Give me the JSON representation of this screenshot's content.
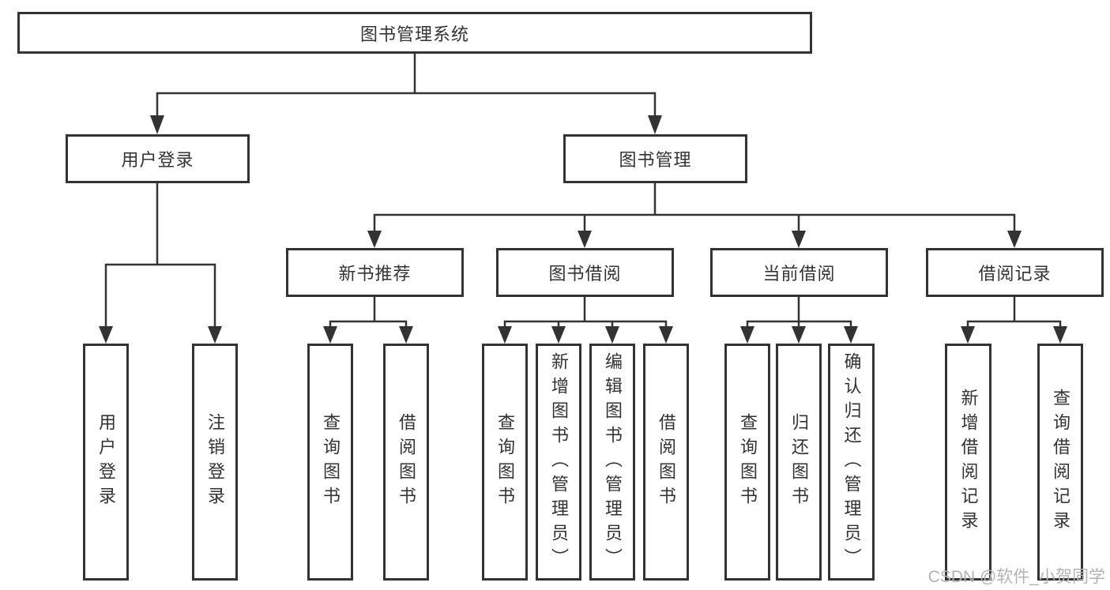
{
  "diagram": {
    "title": "图书管理系统",
    "root": {
      "label": "图书管理系统"
    },
    "level2": [
      {
        "label": "用户登录"
      },
      {
        "label": "图书管理"
      }
    ],
    "level3": [
      {
        "label": "新书推荐",
        "parent": "图书管理"
      },
      {
        "label": "图书借阅",
        "parent": "图书管理"
      },
      {
        "label": "当前借阅",
        "parent": "图书管理"
      },
      {
        "label": "借阅记录",
        "parent": "图书管理"
      }
    ],
    "leaves": [
      {
        "label": "用户登录",
        "parent": "用户登录"
      },
      {
        "label": "注销登录",
        "parent": "用户登录"
      },
      {
        "label": "查询图书",
        "parent": "新书推荐"
      },
      {
        "label": "借阅图书",
        "parent": "新书推荐"
      },
      {
        "label": "查询图书",
        "parent": "图书借阅"
      },
      {
        "label": "新增图书（管理员）",
        "parent": "图书借阅"
      },
      {
        "label": "编辑图书（管理员）",
        "parent": "图书借阅"
      },
      {
        "label": "借阅图书",
        "parent": "图书借阅"
      },
      {
        "label": "查询图书",
        "parent": "当前借阅"
      },
      {
        "label": "归还图书",
        "parent": "当前借阅"
      },
      {
        "label": "确认归还（管理员）",
        "parent": "当前借阅"
      },
      {
        "label": "新增借阅记录",
        "parent": "借阅记录"
      },
      {
        "label": "查询借阅记录",
        "parent": "借阅记录"
      }
    ]
  },
  "watermark": "CSDN @软件_小贺同学",
  "colors": {
    "line": "#333333",
    "text": "#333333",
    "watermark_text": "#b3b3b3",
    "background": "#ffffff"
  }
}
